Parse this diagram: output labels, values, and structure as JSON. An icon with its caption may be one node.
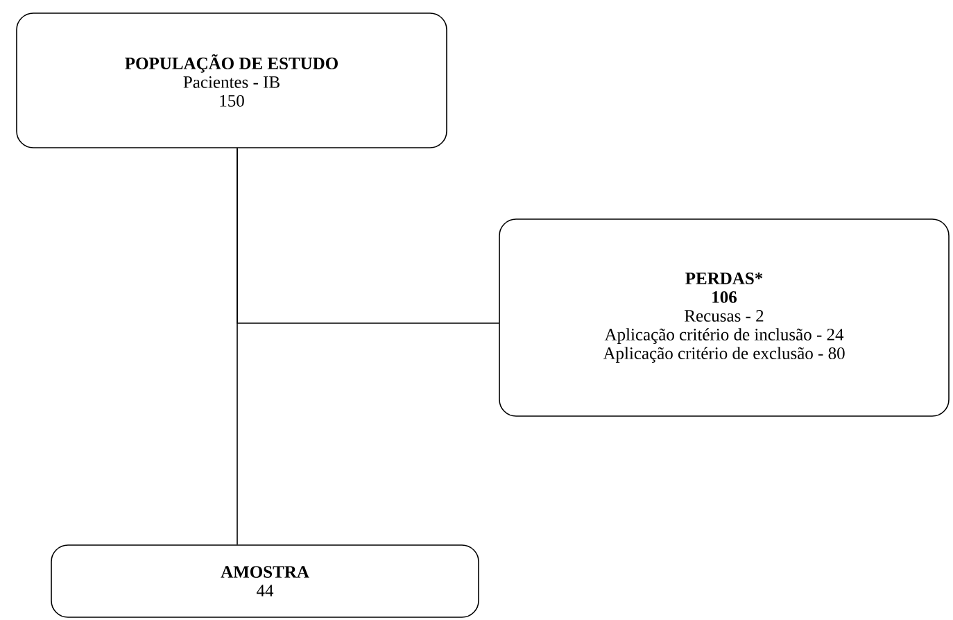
{
  "diagram": {
    "nodes": [
      {
        "text": [
          "POPULAÇÃO DE ESTUDO",
          "Pacientes - IB",
          "150"
        ]
      },
      {
        "text": [
          "PERDAS*",
          "106",
          "Recusas - 2",
          "Aplicação critério de inclusão -  24",
          "Aplicação critério de exclusão - 80"
        ]
      },
      {
        "text": [
          "AMOSTRA",
          "44"
        ]
      }
    ],
    "edges": [
      {
        "from": 0,
        "to": 1,
        "arrow": "none"
      },
      {
        "from": 0,
        "to": 2,
        "arrow": "none"
      }
    ]
  }
}
